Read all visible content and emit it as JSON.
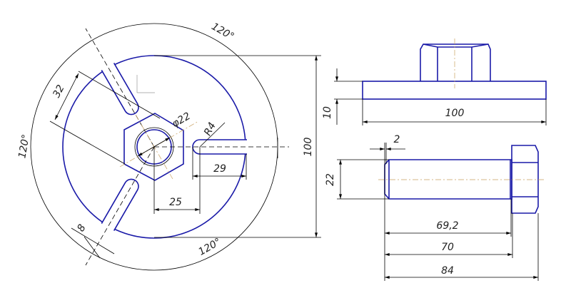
{
  "drawing": {
    "dimensions": {
      "angle_top": "120°",
      "angle_left": "120°",
      "angle_bottom": "120°",
      "slot_length": "32",
      "hole_diameter": "φ22",
      "slot_radius": "R4",
      "slot_depth": "29",
      "slot_offset": "25",
      "slot_width": "8",
      "disc_diameter": "100",
      "plate_thickness": "10",
      "plate_width": "100",
      "chamfer": "2",
      "bolt_diameter": "22",
      "thread_length": "69,2",
      "shank_length": "70",
      "bolt_length": "84"
    },
    "colors": {
      "outline": "#1a1aa8",
      "axis": "#c8a060",
      "dimension": "#000000"
    }
  }
}
